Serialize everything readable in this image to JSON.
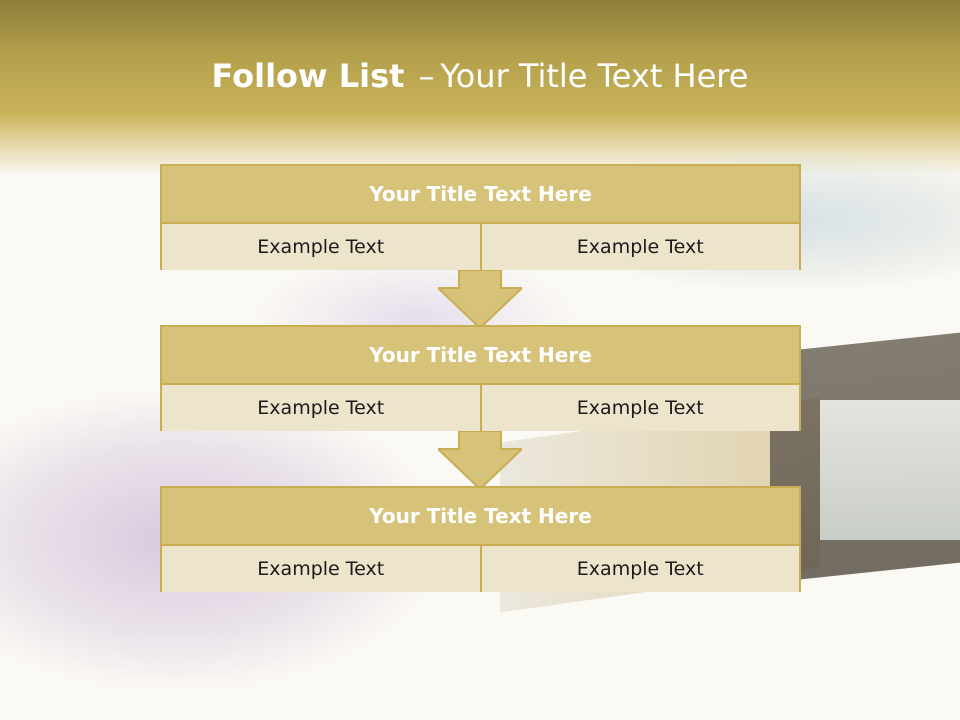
{
  "title": {
    "bold": "Follow List",
    "dash": "–",
    "rest": "Your Title Text Here"
  },
  "steps": [
    {
      "title": "Your Title Text Here",
      "left": "Example Text",
      "right": "Example Text"
    },
    {
      "title": "Your Title Text Here",
      "left": "Example Text",
      "right": "Example Text"
    },
    {
      "title": "Your Title Text Here",
      "left": "Example Text",
      "right": "Example Text"
    }
  ],
  "colors": {
    "header_band": "#b29f4b",
    "block_header": "#d6c278",
    "block_body": "#ede4cc",
    "border": "#c9ad52",
    "arrow_fill": "#d6c278"
  }
}
